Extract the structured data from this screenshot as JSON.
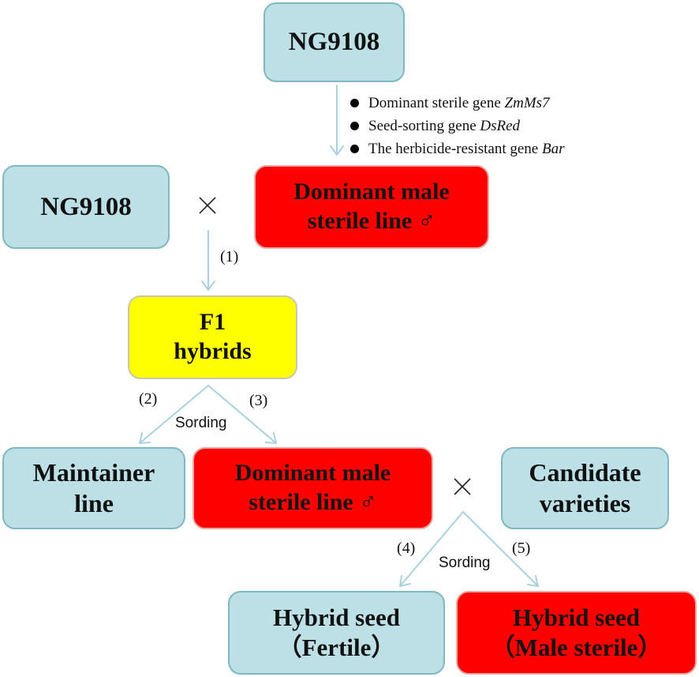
{
  "nodes": {
    "top": "NG9108",
    "parent": "NG9108",
    "dms_top": [
      "Dominant male",
      "sterile line ♂"
    ],
    "f1": [
      "F1",
      "hybrids"
    ],
    "maintainer": [
      "Maintainer",
      "line"
    ],
    "dms_mid": [
      "Dominant male",
      "sterile line ♂"
    ],
    "candidate": [
      "Candidate",
      "varieties"
    ],
    "hybrid_fertile": [
      "Hybrid seed",
      "（Fertile）"
    ],
    "hybrid_sterile": [
      "Hybrid seed",
      "（Male sterile）"
    ]
  },
  "genes": [
    {
      "text": "Dominant sterile gene ",
      "name": "ZmMs7"
    },
    {
      "text": "Seed-sorting gene ",
      "name": "DsRed"
    },
    {
      "text": "The herbicide-resistant gene ",
      "name": "Bar"
    }
  ],
  "steps": [
    "(1)",
    "(2)",
    "(3)",
    "(4)",
    "(5)"
  ],
  "sorting_label": "Sording",
  "colors": {
    "blue_box": "#bde0e6",
    "red_box": "#ff0000",
    "yellow_box": "#ffff00",
    "arrow": "#a9d2dc"
  }
}
